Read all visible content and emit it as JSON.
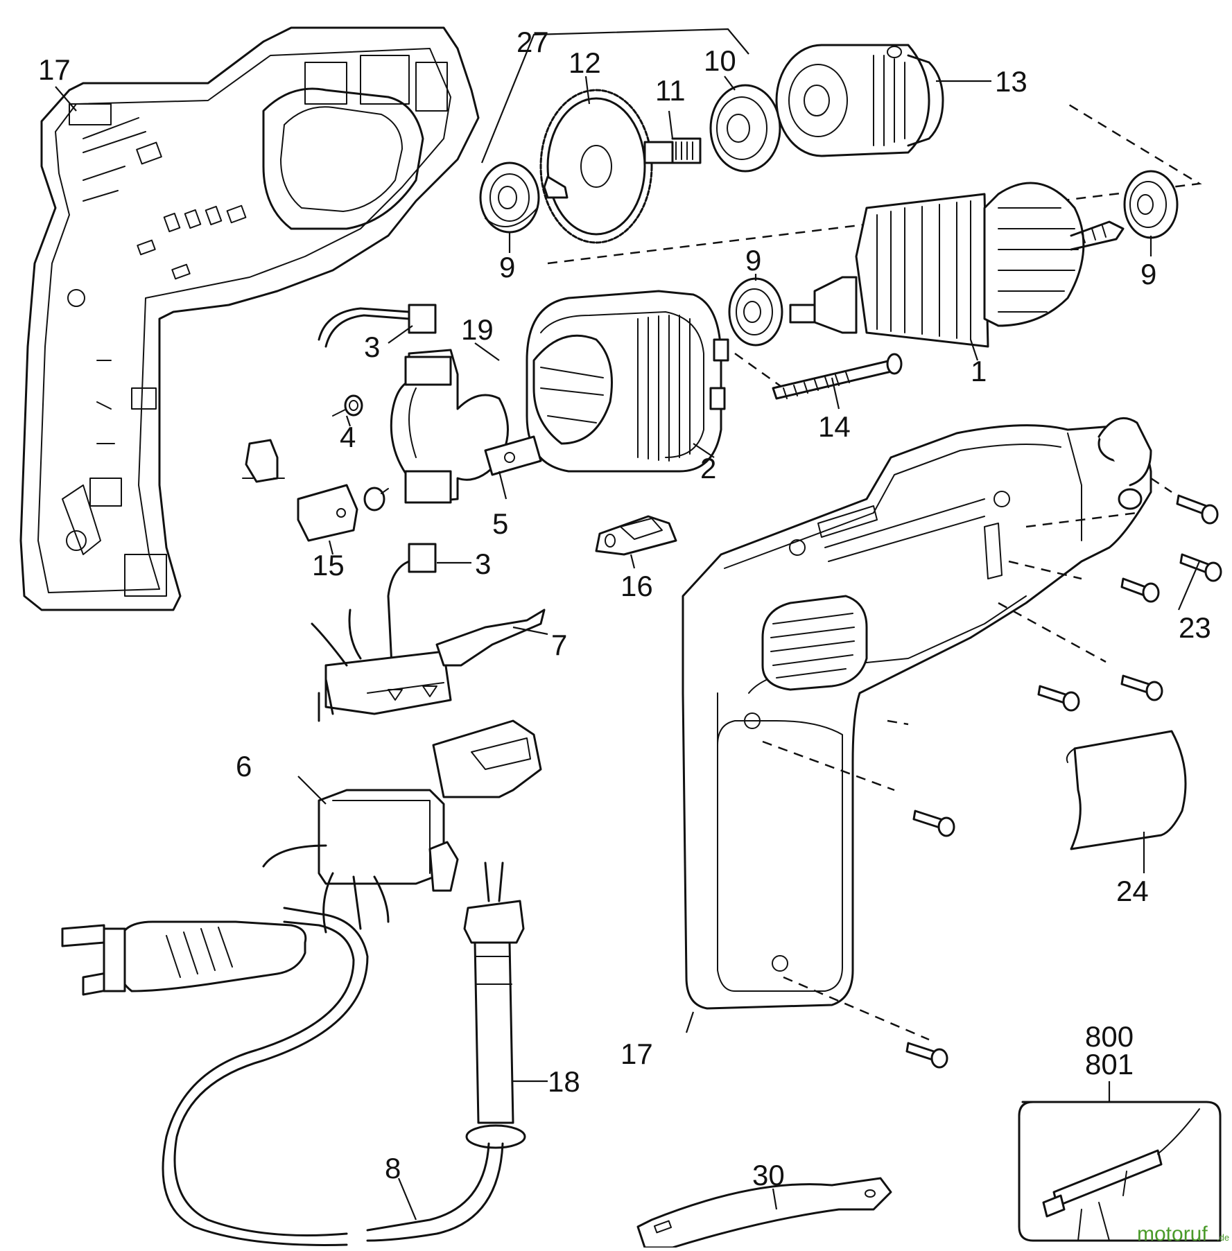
{
  "callouts": {
    "c1": "1",
    "c2": "2",
    "c3a": "3",
    "c3b": "3",
    "c4": "4",
    "c5": "5",
    "c6": "6",
    "c7": "7",
    "c8": "8",
    "c9a": "9",
    "c9b": "9",
    "c9c": "9",
    "c10": "10",
    "c11": "11",
    "c12": "12",
    "c13": "13",
    "c14": "14",
    "c15": "15",
    "c16": "16",
    "c17a": "17",
    "c17b": "17",
    "c18": "18",
    "c19": "19",
    "c23": "23",
    "c24": "24",
    "c27": "27",
    "c30": "30",
    "c800": "800",
    "c801": "801"
  },
  "watermark": {
    "text": "motoruf",
    "suffix": ".de"
  }
}
